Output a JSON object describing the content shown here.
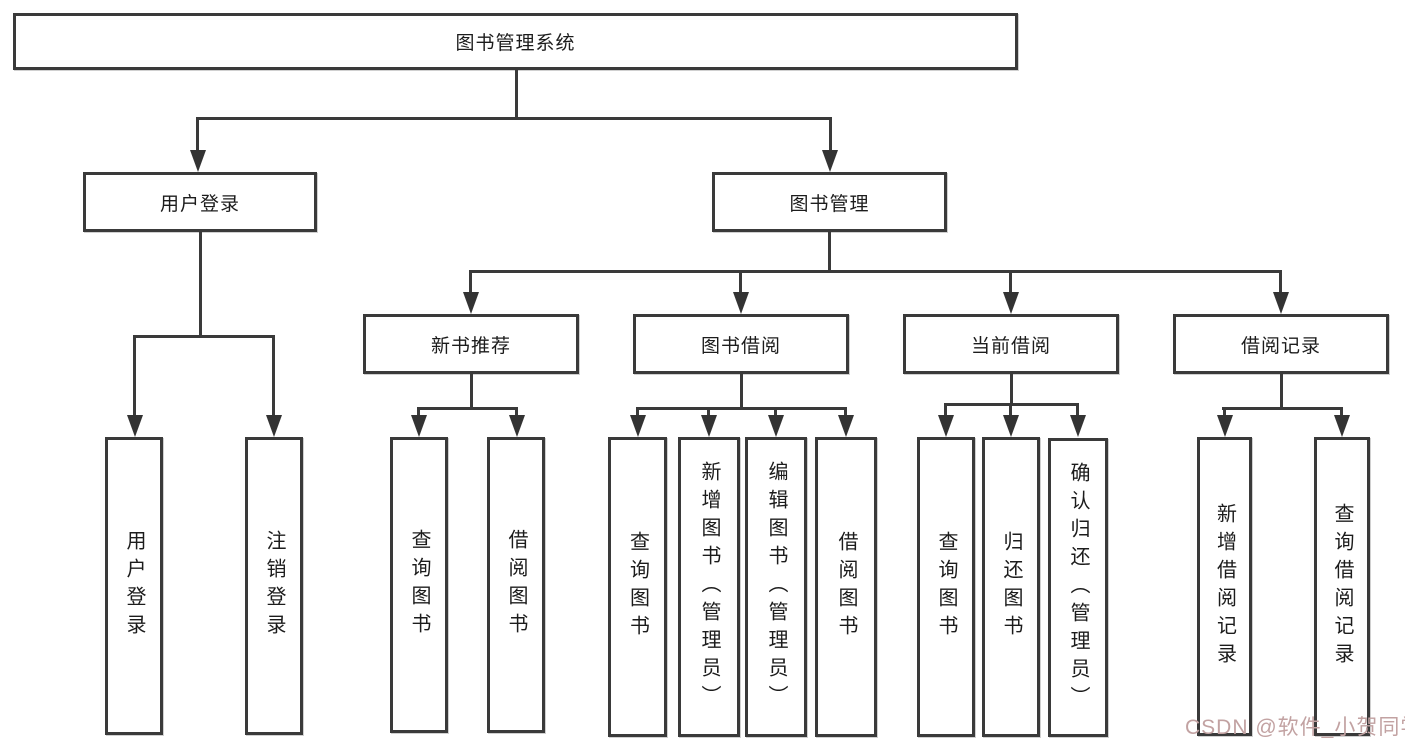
{
  "colors": {
    "background": "#ffffff",
    "line": "#3a3a3a",
    "box_border": "#3a3a3a",
    "text": "#1c1c1c",
    "watermark": "#c2a2a2"
  },
  "diagram": {
    "root": {
      "label": "图书管理系统"
    },
    "user_login": {
      "label": "用户登录",
      "children": [
        "用户登录",
        "注销登录"
      ]
    },
    "book_management": {
      "label": "图书管理",
      "sections": [
        {
          "label": "新书推荐",
          "children": [
            "查询图书",
            "借阅图书"
          ]
        },
        {
          "label": "图书借阅",
          "children": [
            "查询图书",
            "新增图书（管理员）",
            "编辑图书（管理员）",
            "借阅图书"
          ]
        },
        {
          "label": "当前借阅",
          "children": [
            "查询图书",
            "归还图书",
            "确认归还（管理员）"
          ]
        },
        {
          "label": "借阅记录",
          "children": [
            "新增借阅记录",
            "查询借阅记录"
          ]
        }
      ]
    }
  },
  "watermark": {
    "text": "CSDN @软件_小贺同学"
  }
}
